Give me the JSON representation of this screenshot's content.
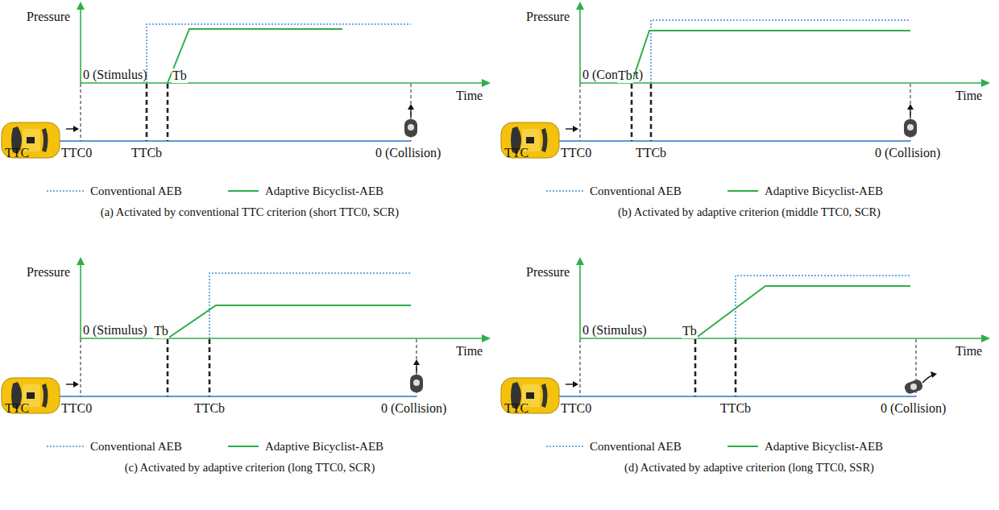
{
  "diagram": {
    "labels": [
      "Pressure",
      "0 (Stimulus)",
      "Tb",
      "Time",
      "TTC",
      "TTC0",
      "TTCb",
      "0 (Collision)",
      "(a) Activated by conventional TTC criterion (short TTC0, SCR)",
      "Pressure",
      "0 (Conflict)",
      "Tb",
      "Time",
      "TTC",
      "TTC0",
      "TTCb",
      "0 (Collision)",
      "(b) Activated by adaptive criterion (middle TTC0, SCR)",
      "Pressure",
      "0 (Stimulus)",
      "Tb",
      "Time",
      "TTC",
      "TTC0",
      "TTCb",
      "0 (Collision)",
      "(c) Activated by adaptive criterion (long TTC0, SCR)",
      "Pressure",
      "0 (Stimulus)",
      "Tb",
      "Time",
      "TTC",
      "TTC0",
      "TTCb",
      "0 (Collision)",
      "(d) Activated by adaptive criterion (long TTC0, SSR)"
    ],
    "legend": [
      {
        "text": "Conventional AEB"
      },
      {
        "text": "Adaptive Bicyclist-AEB"
      },
      {
        "text": "Conventional AEB"
      },
      {
        "text": "Adaptive Bicyclist-AEB"
      },
      {
        "text": "Conventional AEB"
      },
      {
        "text": "Adaptive Bicyclist-AEB"
      },
      {
        "text": "Conventional AEB"
      },
      {
        "text": "Adaptive Bicyclist-AEB"
      }
    ]
  }
}
